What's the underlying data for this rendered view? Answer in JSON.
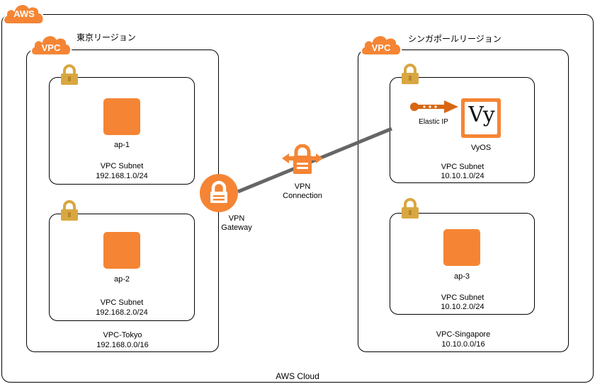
{
  "cloud": {
    "badge": "AWS",
    "label": "AWS Cloud"
  },
  "vpc_badge": "VPC",
  "tokyo": {
    "region_label": "東京リージョン",
    "vpc_name": "VPC-Tokyo",
    "vpc_cidr": "192.168.0.0/16",
    "subnets": [
      {
        "instance": "ap-1",
        "name": "VPC Subnet",
        "cidr": "192.168.1.0/24"
      },
      {
        "instance": "ap-2",
        "name": "VPC Subnet",
        "cidr": "192.168.2.0/24"
      }
    ]
  },
  "singapore": {
    "region_label": "シンガポールリージョン",
    "vpc_name": "VPC-Singapore",
    "vpc_cidr": "10.10.0.0/16",
    "subnets": [
      {
        "instance": "VyOS",
        "elastic_ip": "Elastic IP",
        "logo_text": "Vy",
        "name": "VPC Subnet",
        "cidr": "10.10.1.0/24"
      },
      {
        "instance": "ap-3",
        "name": "VPC Subnet",
        "cidr": "10.10.2.0/24"
      }
    ]
  },
  "vpn_gateway": {
    "line1": "VPN",
    "line2": "Gateway"
  },
  "vpn_connection": {
    "line1": "VPN",
    "line2": "Connection"
  },
  "colors": {
    "aws_orange": "#F58534",
    "lock_gold": "#D9A741",
    "connection_line": "#666666"
  },
  "icons": [
    "aws-cloud-badge",
    "vpc-cloud-badge",
    "lock-icon",
    "instance-icon",
    "vpn-gateway-icon",
    "vpn-connection-icon",
    "elastic-ip-icon",
    "vyos-logo"
  ]
}
